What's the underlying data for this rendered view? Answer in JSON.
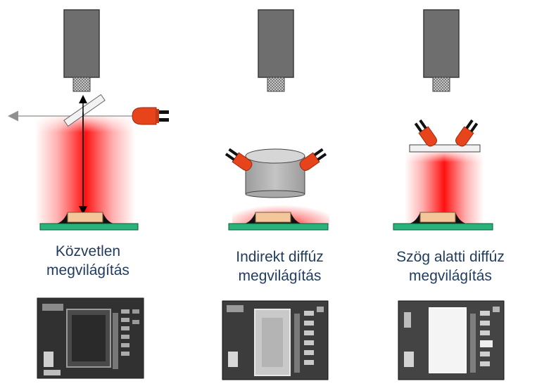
{
  "panels": [
    {
      "caption_line1": "Közvetlen",
      "caption_line2": "megvilágítás"
    },
    {
      "caption_line1": "Indirekt diffúz",
      "caption_line2": "megvilágítás"
    },
    {
      "caption_line1": "Szög alatti diffúz",
      "caption_line2": "megvilágítás"
    }
  ],
  "colors": {
    "camera_body": "#6e6e6e",
    "camera_edge": "#3a3a3a",
    "lens": "#a8a8a8",
    "light_red": "#ff1a1a",
    "led_red": "#e8441c",
    "pcb_green": "#27b47a",
    "component": "#f4c79a",
    "diffuser_dome": "#b9b9b9",
    "diffuser_plate": "#f1f1f1",
    "caption_text": "#1f3b5e"
  },
  "icons": [
    "camera-icon",
    "led-icon",
    "beam-splitter-icon",
    "diffuser-dome-icon",
    "diffuser-plate-icon",
    "pcb-icon",
    "component-icon",
    "photo-icon"
  ]
}
